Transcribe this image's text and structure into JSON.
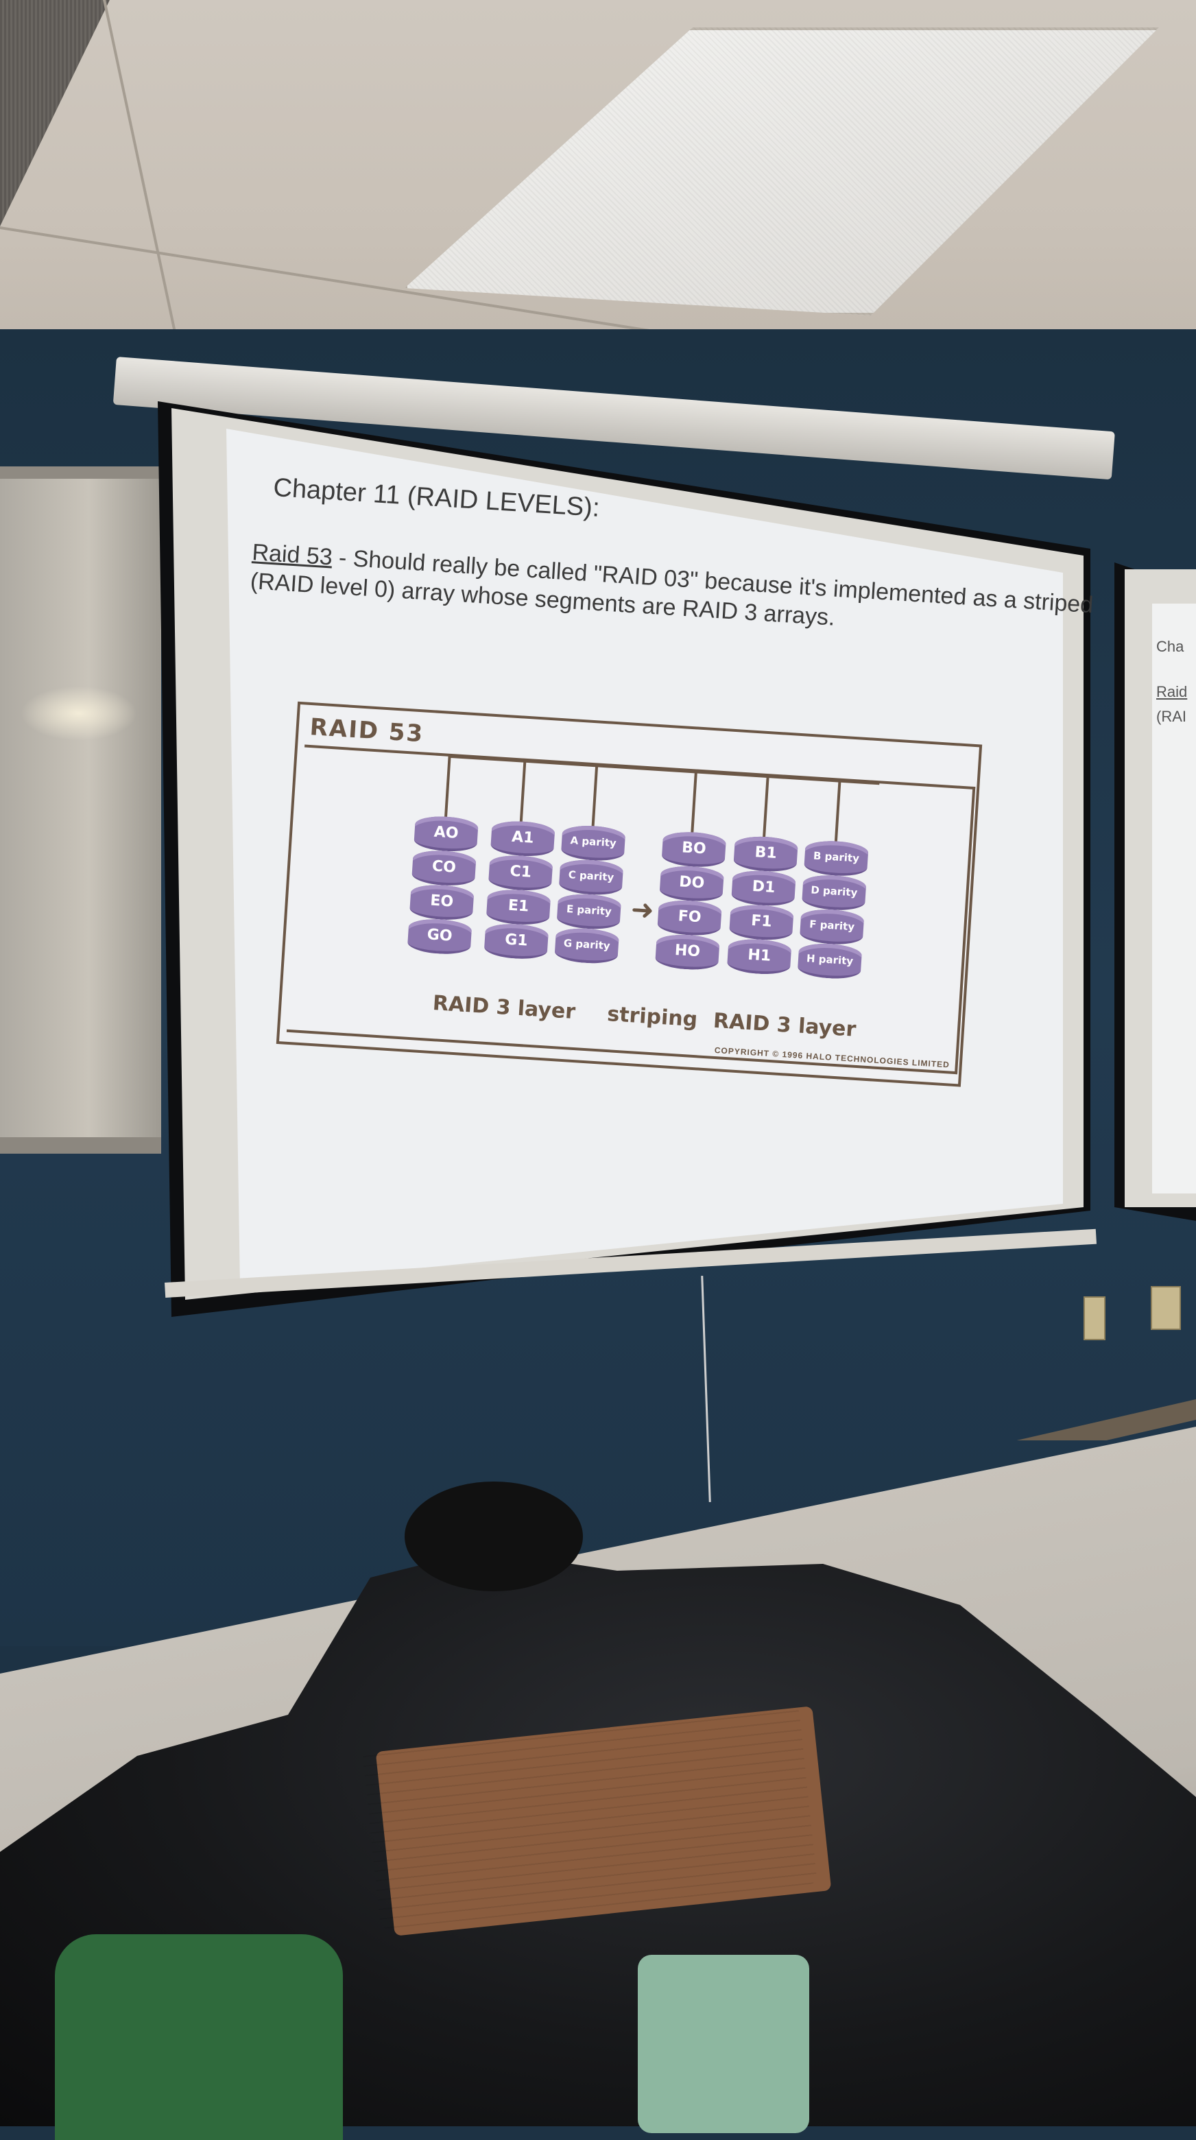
{
  "slide": {
    "chapter": "Chapter 11 (RAID LEVELS):",
    "raid_term": "Raid 53",
    "description_part1": " - Should really be called \"RAID 03\" because it's implemented as a striped",
    "description_part2": "(RAID level 0) array whose segments are RAID 3 arrays."
  },
  "diagram": {
    "title": "RAID 53",
    "left_disks": [
      [
        "AO",
        "CO",
        "EO",
        "GO"
      ],
      [
        "A1",
        "C1",
        "E1",
        "G1"
      ],
      [
        "A parity",
        "C parity",
        "E parity",
        "G parity"
      ]
    ],
    "right_disks": [
      [
        "BO",
        "DO",
        "FO",
        "HO"
      ],
      [
        "B1",
        "D1",
        "F1",
        "H1"
      ],
      [
        "B parity",
        "D parity",
        "F parity",
        "H parity"
      ]
    ],
    "caption_left": "RAID 3 layer",
    "caption_middle": "striping",
    "caption_right": "RAID 3 layer",
    "copyright": "COPYRIGHT © 1996 HALO TECHNOLOGIES LIMITED"
  },
  "right_screen": {
    "line1": "Cha",
    "line2": "Raid",
    "line3": "(RAI"
  }
}
